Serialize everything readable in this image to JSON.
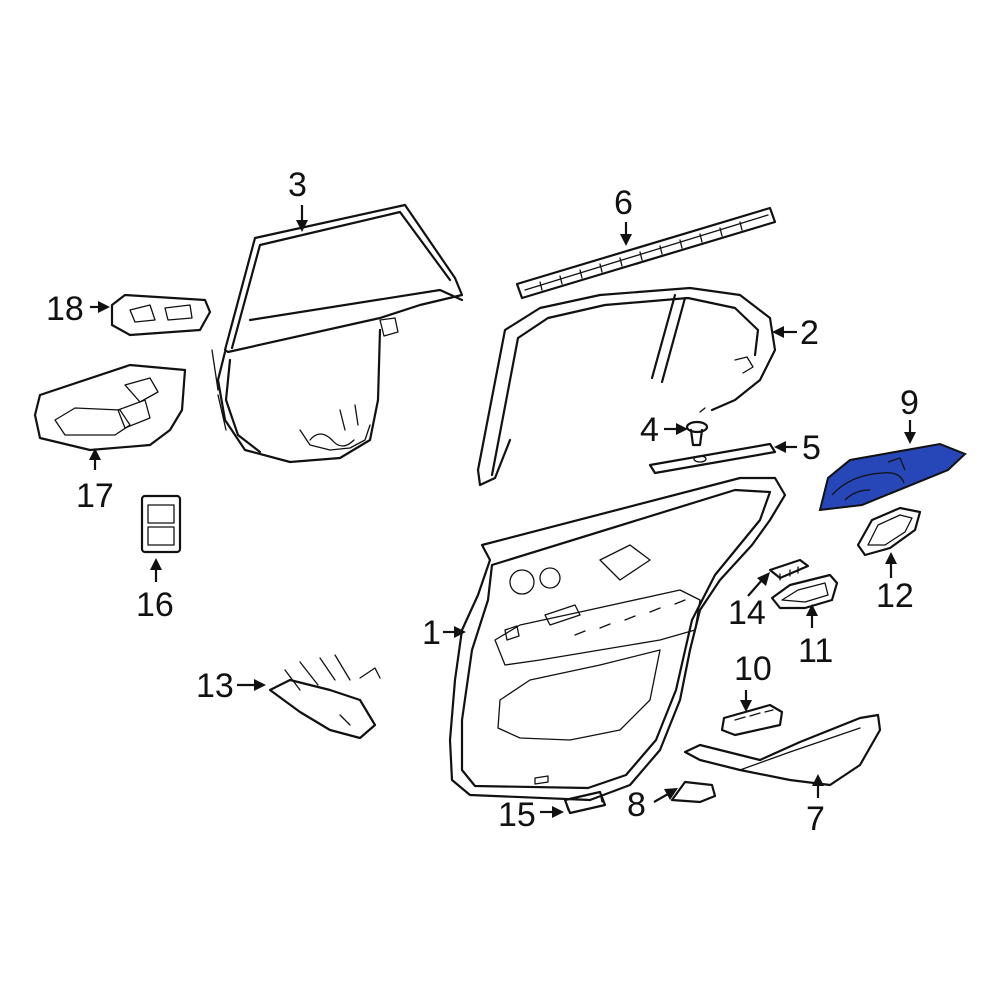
{
  "highlight_color": "#2747b8",
  "outline_color": "#111111",
  "background_color": "#ffffff",
  "highlighted_part": "9",
  "callouts": {
    "c1": "1",
    "c2": "2",
    "c3": "3",
    "c4": "4",
    "c5": "5",
    "c6": "6",
    "c7": "7",
    "c8": "8",
    "c9": "9",
    "c10": "10",
    "c11": "11",
    "c12": "12",
    "c13": "13",
    "c14": "14",
    "c15": "15",
    "c16": "16",
    "c17": "17",
    "c18": "18"
  }
}
